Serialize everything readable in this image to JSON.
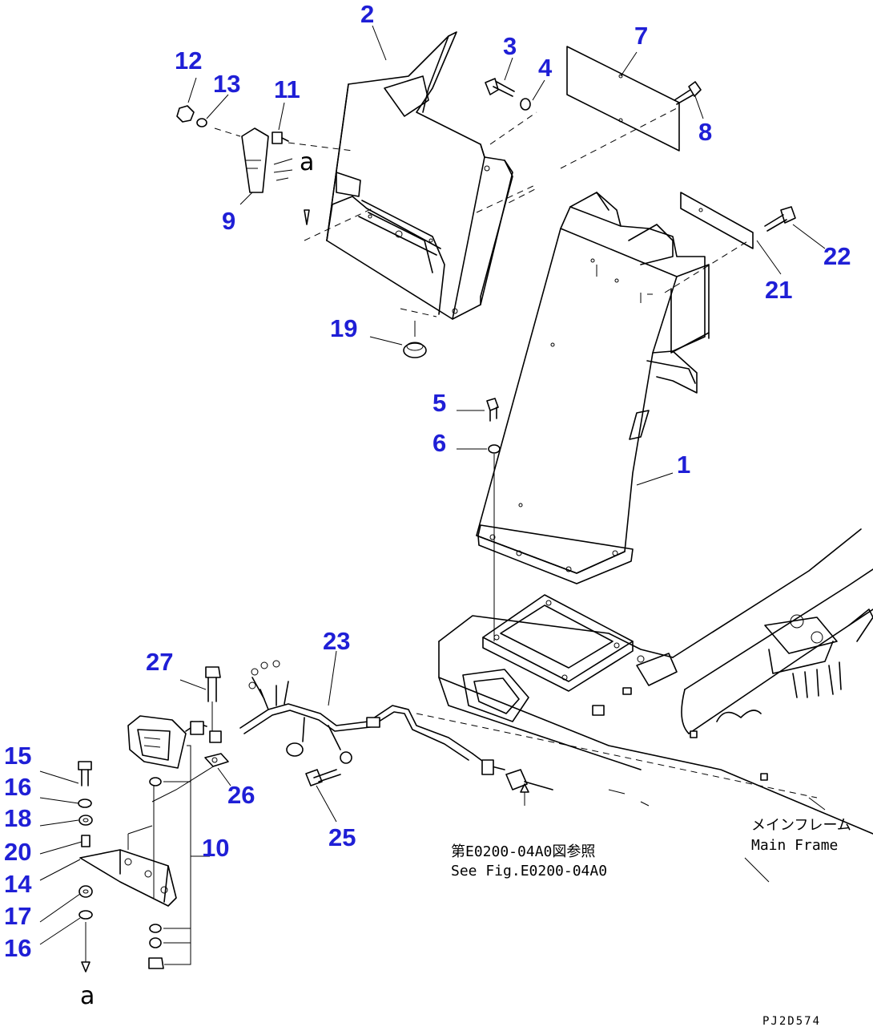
{
  "callouts": {
    "n1": "1",
    "n2": "2",
    "n3": "3",
    "n4": "4",
    "n5": "5",
    "n6": "6",
    "n7": "7",
    "n8": "8",
    "n9": "9",
    "n10": "10",
    "n11": "11",
    "n12": "12",
    "n13": "13",
    "n14": "14",
    "n15": "15",
    "n16a": "16",
    "n16b": "16",
    "n17": "17",
    "n18": "18",
    "n19": "19",
    "n20": "20",
    "n21": "21",
    "n22": "22",
    "n23": "23",
    "n25": "25",
    "n26": "26",
    "n27": "27"
  },
  "connector_letter_top": "a",
  "connector_letter_bottom": "a",
  "note_ref_jp": "第E0200-04A0図参照",
  "note_ref_en": "See Fig.E0200-04A0",
  "frame_label_jp": "メインフレーム",
  "frame_label_en": "Main Frame",
  "drawing_id": "PJ2D574",
  "colors": {
    "callout": "#1f1fd6",
    "line": "#000000"
  }
}
